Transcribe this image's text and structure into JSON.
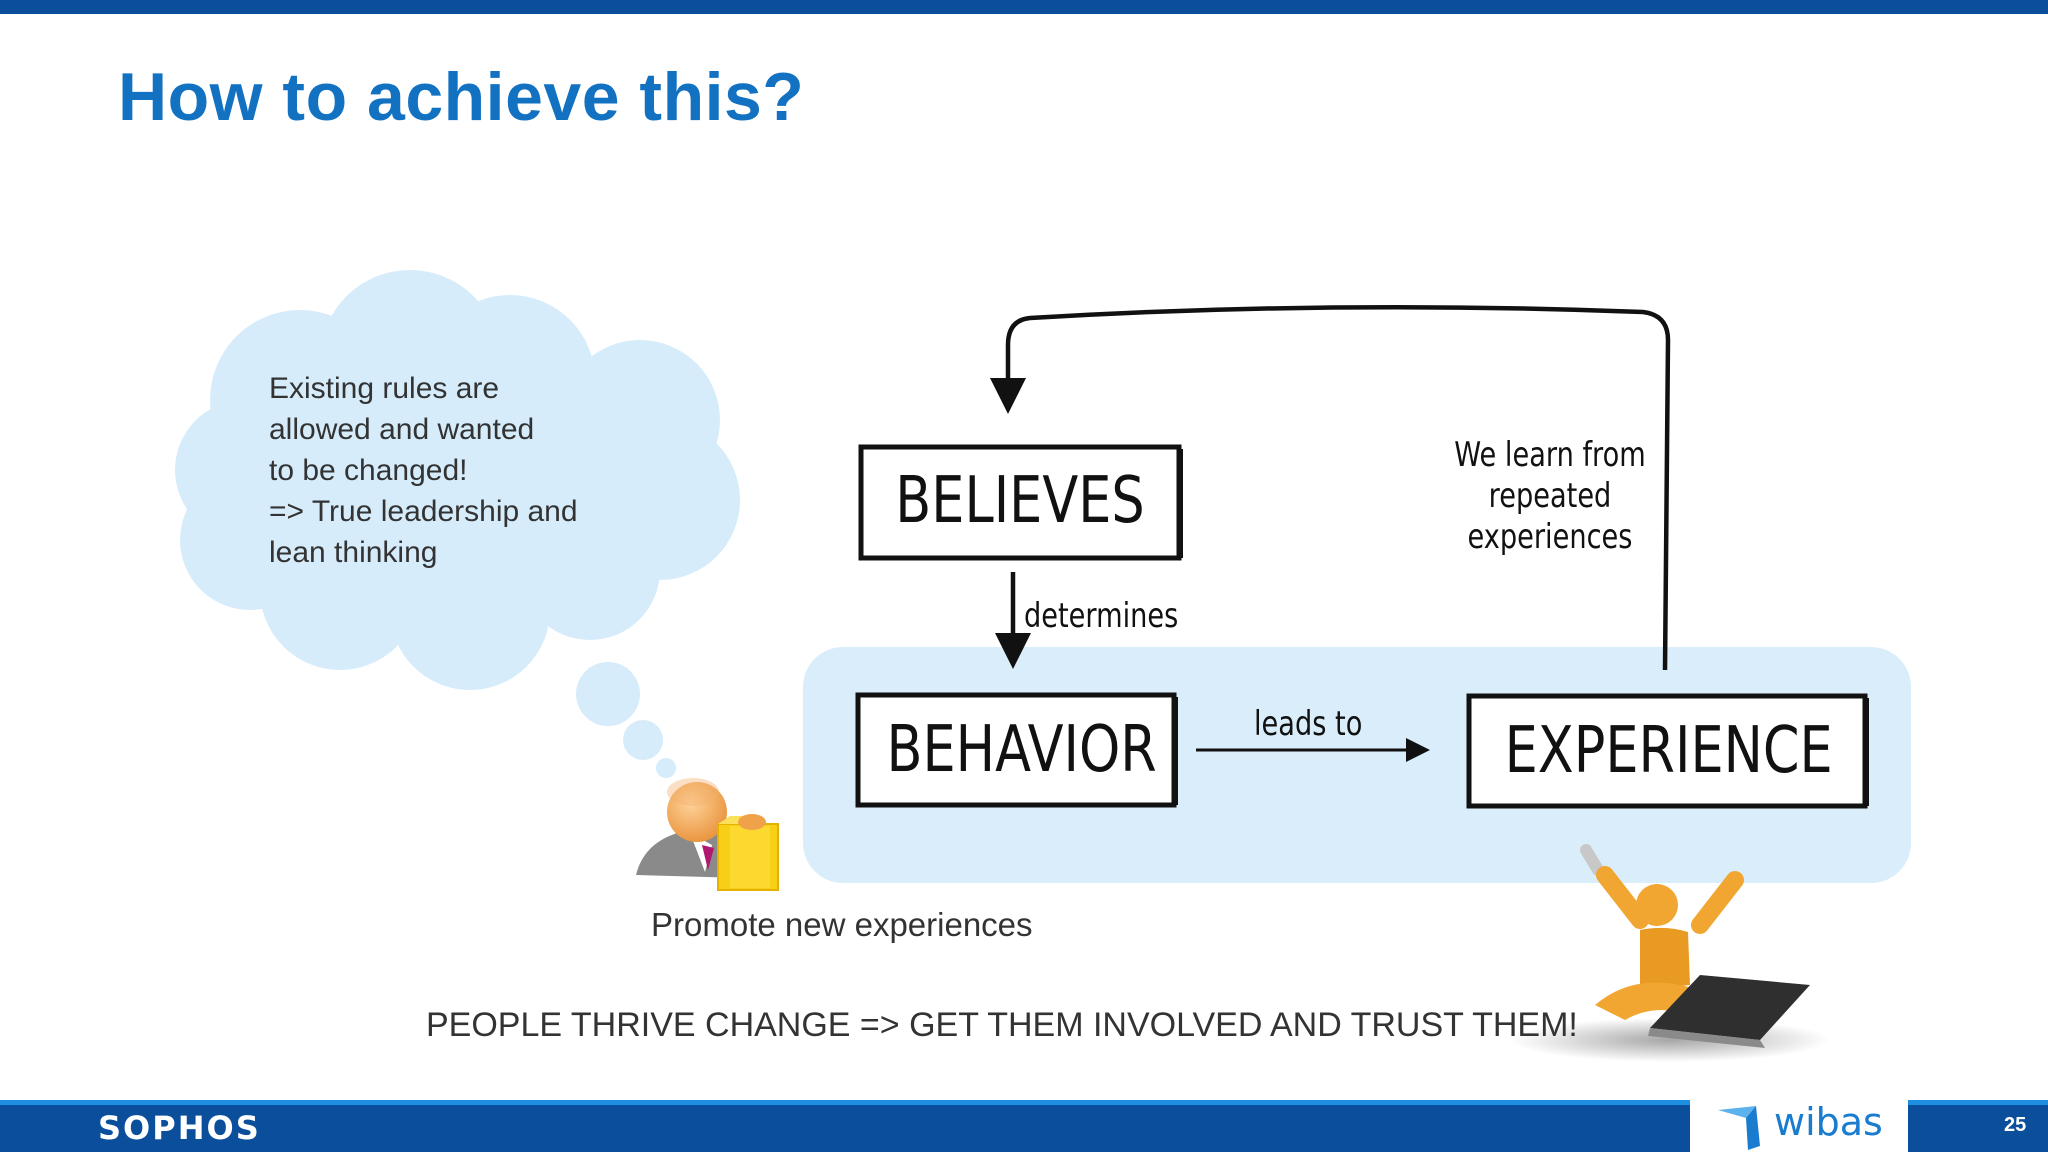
{
  "title": "How to achieve this?",
  "thought_cloud": {
    "lines": [
      "Existing rules are",
      "allowed and wanted",
      "to be changed!",
      "=> True leadership and",
      "lean thinking"
    ]
  },
  "diagram": {
    "believes": "BELIEVES",
    "behavior": "BEHAVIOR",
    "experience": "EXPERIENCE",
    "determines": "determines",
    "leads_to": "leads to",
    "learn_lines": [
      "We learn from",
      "repeated",
      "experiences"
    ]
  },
  "caption": "Promote new experiences",
  "tagline": "PEOPLE THRIVE CHANGE => GET THEM INVOLVED AND TRUST THEM!",
  "footer": {
    "sophos": "SOPHOS",
    "wibas": "wibas",
    "page_number": "25"
  },
  "colors": {
    "title": "#1272c1",
    "bar": "#0b4f9c",
    "cloud": "#d6ecfb",
    "panel": "#daedfb",
    "figure_orange": "#f0a630"
  }
}
